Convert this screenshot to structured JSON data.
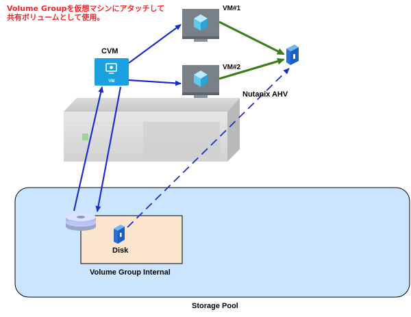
{
  "annotation": {
    "line1": "Volume Groupを仮想マシンにアタッチして",
    "line2": "共有ボリュームとして使用。"
  },
  "nodes": {
    "cvm_label": "CVM",
    "cvm_icon_text": "VM",
    "vm1_label": "VM#1",
    "vm2_label": "VM#2",
    "hypervisor_label": "Nutanix AHV",
    "disk_label": "Disk",
    "volume_group_label": "Volume Group Internal",
    "storage_pool_label": "Storage Pool"
  },
  "colors": {
    "note_red": "#ff2020",
    "arrow_blue": "#1a2fc9",
    "arrow_green": "#3c7d16",
    "pool_fill": "#cce5ff",
    "vg_fill": "#fbe5cf",
    "cvm_fill": "#1ba1e2",
    "vm_screen": "#7a8088"
  },
  "icons": {
    "cvm": "vm-box-icon",
    "vm": "vm-monitor-icon",
    "ahv": "nutanix-cube-icon",
    "disk": "disk-stack-icon",
    "vdisk": "vdisk-icon",
    "server": "server-chassis-icon"
  }
}
